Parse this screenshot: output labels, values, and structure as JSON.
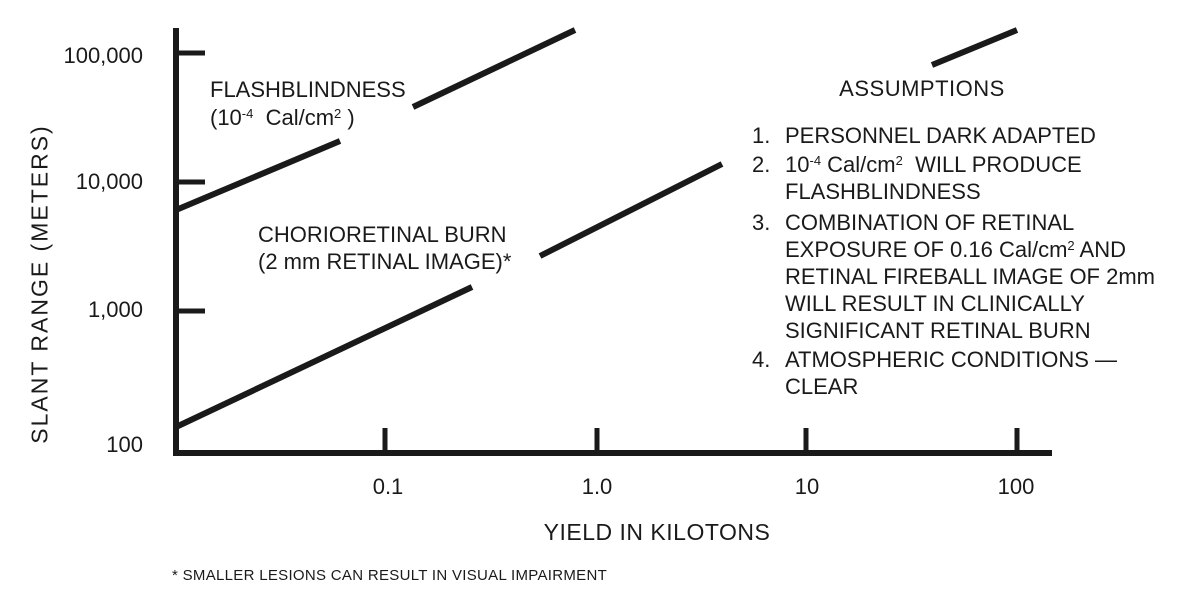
{
  "figure": {
    "background": "#ffffff",
    "ink_color": "#1a1a1a"
  },
  "y_axis": {
    "title": "SLANT RANGE (METERS)",
    "tick_labels": [
      "100,000",
      "10,000",
      "1,000",
      "100"
    ]
  },
  "x_axis": {
    "title": "YIELD IN KILOTONS",
    "tick_labels": [
      "0.1",
      "1.0",
      "10",
      "100"
    ]
  },
  "curve_labels": {
    "flashblindness": {
      "lines": [
        [
          "FLASHBLINDNESS"
        ],
        [
          "(10",
          {
            "sup": "-4"
          },
          "  Cal/cm",
          {
            "sup": "2"
          },
          " )"
        ]
      ]
    },
    "chorioretinal": {
      "lines": [
        [
          "CHORIORETINAL BURN"
        ],
        [
          "(2 mm RETINAL IMAGE)*"
        ]
      ]
    }
  },
  "assumptions": {
    "heading": "ASSUMPTIONS",
    "items": [
      {
        "num": "1.",
        "lines": [
          [
            "PERSONNEL DARK ADAPTED"
          ]
        ]
      },
      {
        "num": "2.",
        "lines": [
          [
            "10",
            {
              "sup": "-4"
            },
            " Cal/cm",
            {
              "sup": "2"
            },
            "  WILL PRODUCE"
          ],
          [
            "FLASHBLINDNESS"
          ]
        ]
      },
      {
        "num": "3.",
        "lines": [
          [
            "COMBINATION OF RETINAL"
          ],
          [
            "EXPOSURE OF 0.16 Cal/cm",
            {
              "sup": "2"
            },
            " AND"
          ],
          [
            "RETINAL FIREBALL IMAGE OF 2mm"
          ],
          [
            "WILL RESULT IN CLINICALLY"
          ],
          [
            "SIGNIFICANT RETINAL BURN"
          ]
        ]
      },
      {
        "num": "4.",
        "lines": [
          [
            "ATMOSPHERIC CONDITIONS —"
          ],
          [
            "CLEAR"
          ]
        ]
      }
    ]
  },
  "footnote": "* SMALLER LESIONS CAN RESULT IN VISUAL IMPAIRMENT",
  "chart_data": {
    "type": "line",
    "title": "",
    "xlabel": "YIELD IN KILOTONS",
    "ylabel": "SLANT RANGE (METERS)",
    "x_scale": "log",
    "y_scale": "log",
    "xlim": [
      0.01,
      150
    ],
    "ylim": [
      100,
      200000
    ],
    "x_ticks": [
      0.1,
      1.0,
      10,
      100
    ],
    "y_ticks": [
      100,
      1000,
      10000,
      100000
    ],
    "grid": false,
    "legend": "inline-labels",
    "series": [
      {
        "name": "FLASHBLINDNESS (10^-4 Cal/cm^2)",
        "x_kilotons": [
          0.01,
          0.1,
          0.8
        ],
        "y_meters": [
          6000,
          33000,
          150000
        ]
      },
      {
        "name": "CHORIORETINAL BURN (2 mm RETINAL IMAGE)*",
        "x_kilotons": [
          0.01,
          0.1,
          1.0,
          10,
          100
        ],
        "y_meters": [
          150,
          800,
          4400,
          25000,
          150000
        ]
      }
    ]
  }
}
